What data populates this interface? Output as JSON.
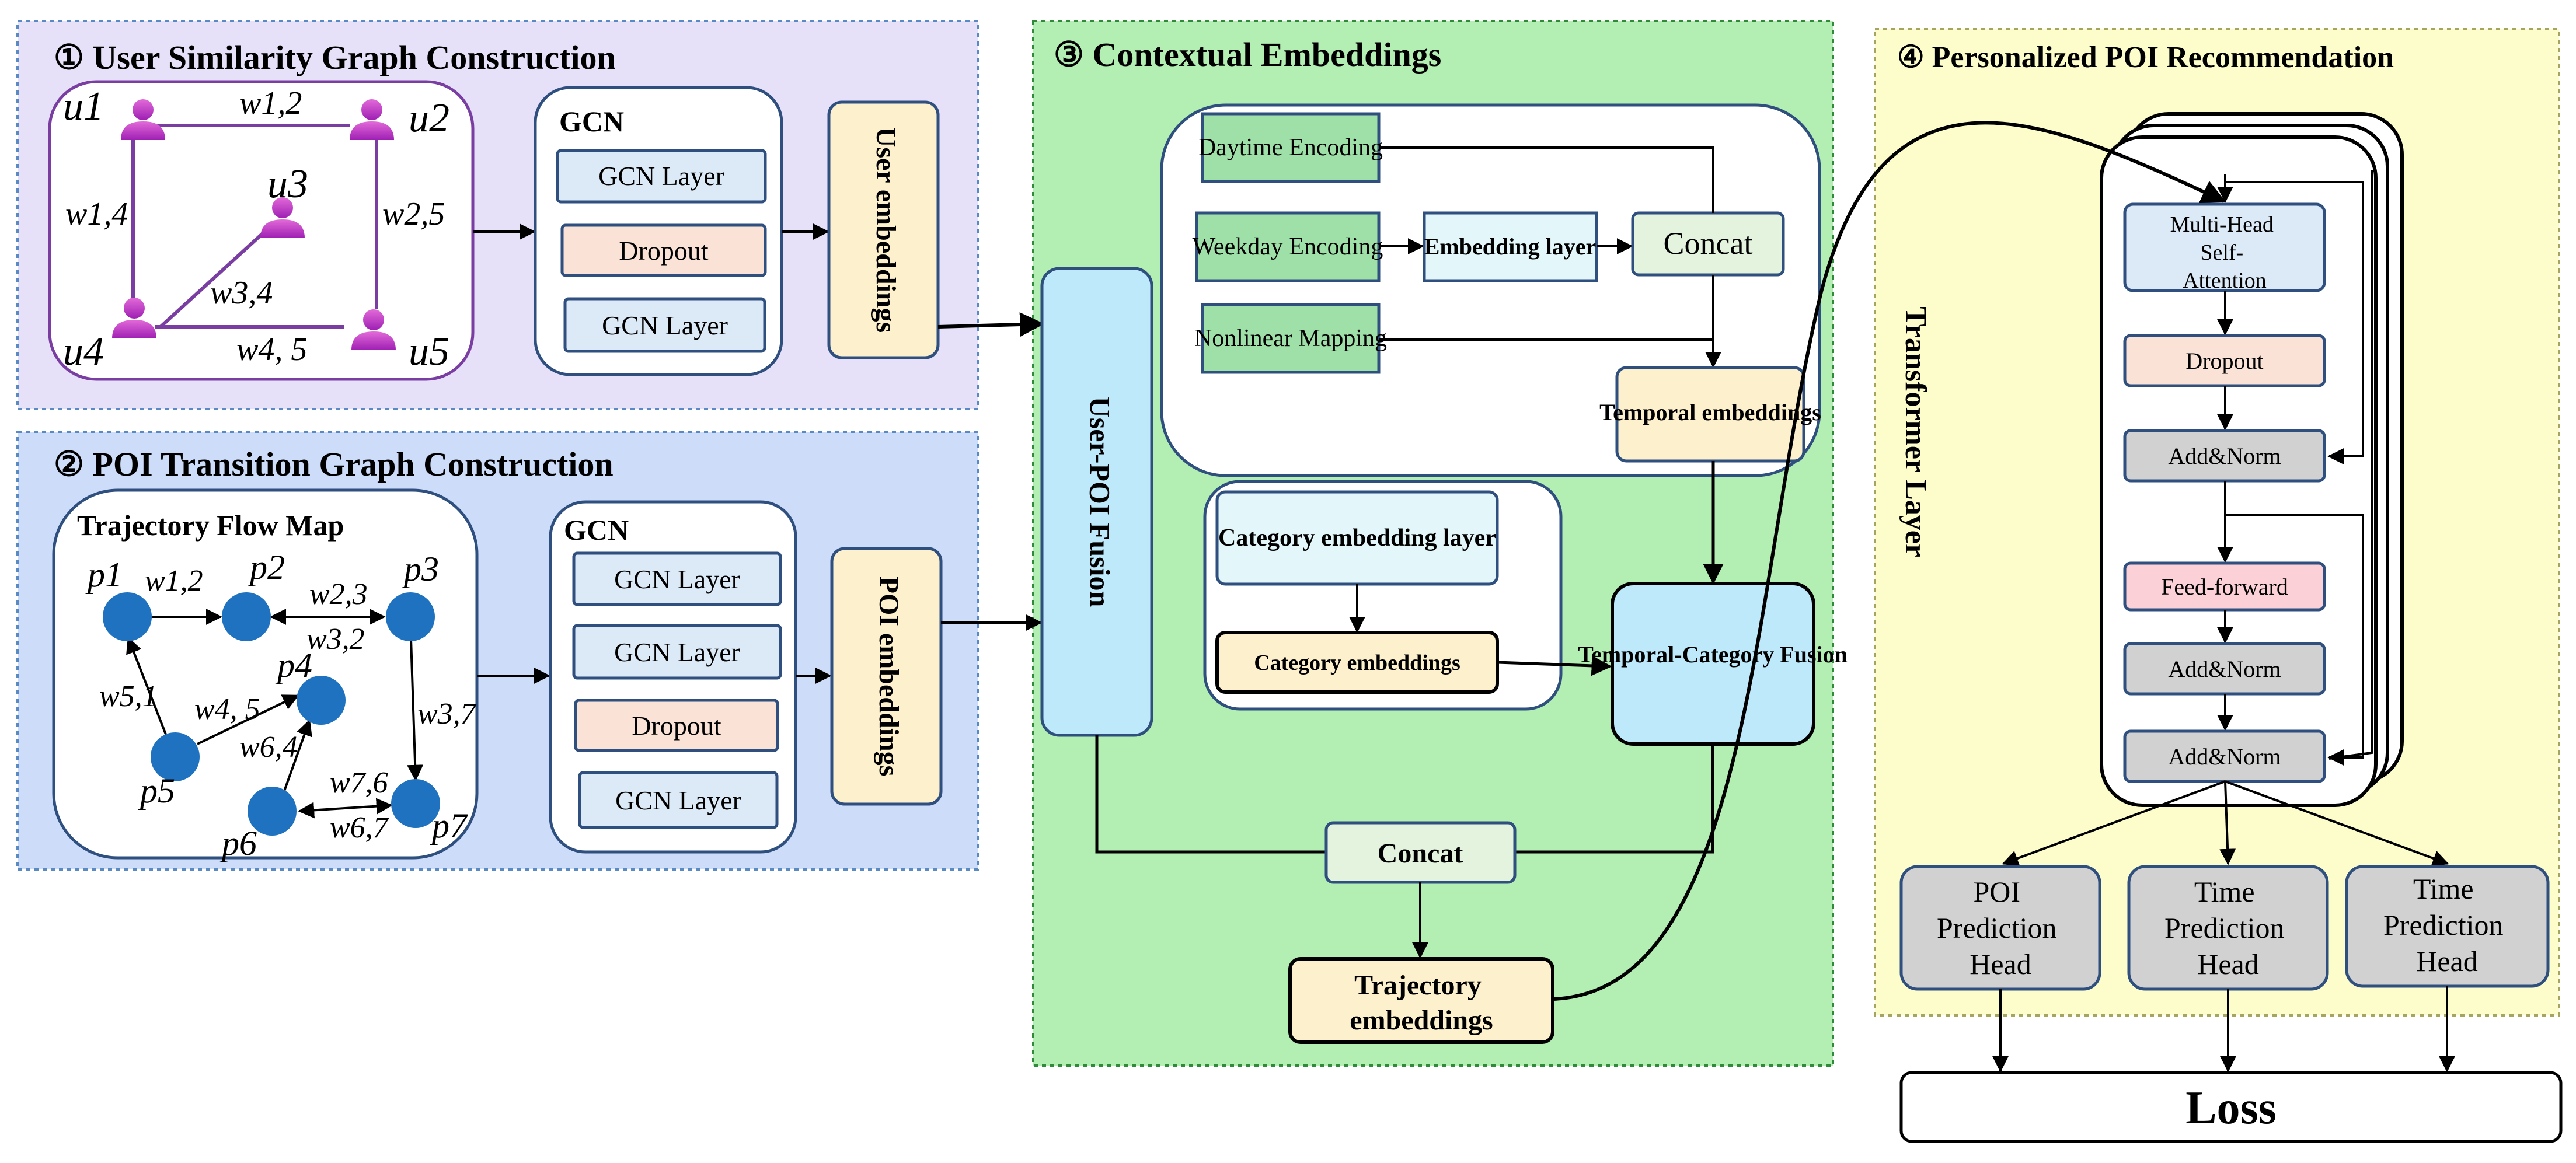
{
  "sections": {
    "s1": "① User Similarity Graph Construction",
    "s2": "② POI Transition Graph Construction",
    "s3": "③ Contextual Embeddings",
    "s4": "④ Personalized POI Recommendation"
  },
  "user_graph": {
    "nodes": [
      "u1",
      "u2",
      "u3",
      "u4",
      "u5"
    ],
    "edges": [
      "w1,2",
      "w1,4",
      "w2,5",
      "w3,4",
      "w4, 5"
    ]
  },
  "gcn_user": {
    "title": "GCN",
    "layers": [
      "GCN Layer",
      "Dropout",
      "GCN Layer"
    ]
  },
  "user_embeddings": "User embeddings",
  "trajectory_map": {
    "title": "Trajectory Flow Map",
    "nodes": [
      "p1",
      "p2",
      "p3",
      "p4",
      "p5",
      "p6",
      "p7"
    ],
    "edges": [
      "w1,2",
      "w2,3",
      "w3,2",
      "w3,7",
      "w5,1",
      "w4, 5",
      "w6,4",
      "w7,6",
      "w6,7"
    ]
  },
  "gcn_poi": {
    "title": "GCN",
    "layers": [
      "GCN Layer",
      "GCN Layer",
      "Dropout",
      "GCN Layer"
    ]
  },
  "poi_embeddings": "POI embeddings",
  "fusion": "User-POI Fusion",
  "context": {
    "daytime": "Daytime Encoding",
    "weekday": "Weekday Encoding",
    "nonlinear": "Nonlinear Mapping",
    "embedding_layer": "Embedding layer",
    "concat1": "Concat",
    "temporal": "Temporal embeddings",
    "category_layer": "Category embedding layer",
    "category_emb": "Category embeddings",
    "tc_fusion": "Temporal-Category Fusion",
    "concat2": "Concat",
    "trajectory": "Trajectory embeddings"
  },
  "transformer": {
    "label": "Transformer Layer",
    "mhsa": "Multi-Head Self-Attention",
    "dropout": "Dropout",
    "addnorm1": "Add&Norm",
    "ff": "Feed-forward",
    "addnorm2": "Add&Norm",
    "addnorm3": "Add&Norm"
  },
  "heads": [
    "POI Prediction Head",
    "Time Prediction Head",
    "Time Prediction Head"
  ],
  "loss": "Loss",
  "colors": {
    "panel1": "#e6e0f8",
    "panel2": "#cddcf8",
    "panel3": "#b3eeb3",
    "panel4": "#fdfccb",
    "poi_node": "#1e72c0",
    "user_icon": "#b330c8"
  }
}
